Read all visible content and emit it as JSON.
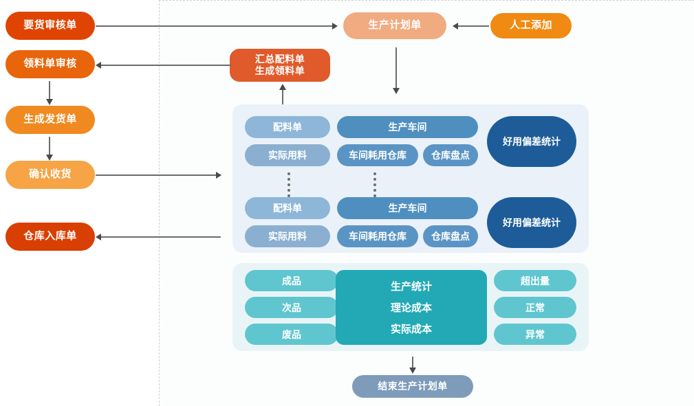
{
  "diagram": {
    "title_hidden": "",
    "left_flow": [
      {
        "id": "demand-review",
        "label": "要货审核单",
        "color": "#e04403"
      },
      {
        "id": "picking-review",
        "label": "领料单审核",
        "color": "#e8650b"
      },
      {
        "id": "create-shipment",
        "label": "生成发货单",
        "color": "#f08a20"
      },
      {
        "id": "confirm-receipt",
        "label": "确认收货",
        "color": "#f6a445"
      },
      {
        "id": "warehouse-in",
        "label": "仓库入库单",
        "color": "#d93f02"
      }
    ],
    "top_row": {
      "plan": {
        "label": "生产计划单",
        "color": "#f0ab81"
      },
      "manual": {
        "label": "人工添加",
        "color": "#f08a12"
      },
      "summary": {
        "label": "汇总配料单\n生成领料单",
        "color": "#e05a2b"
      }
    },
    "production_panel": {
      "background": "#eaf1f8",
      "groups": [
        {
          "recipe": "配料单",
          "workshop": "生产车间",
          "stat": "好用偏差统计",
          "actual": "实际用料",
          "consume": "车间耗用仓库",
          "stock": "仓库盘点"
        },
        {
          "recipe": "配料单",
          "workshop": "生产车间",
          "stat": "好用偏差统计",
          "actual": "实际用料",
          "consume": "车间耗用仓库",
          "stock": "仓库盘点"
        }
      ]
    },
    "statistics_panel": {
      "background": "#e9f4f7",
      "left_items": [
        "成品",
        "次品",
        "废品"
      ],
      "center_items": [
        "生产统计",
        "理论成本",
        "实际成本"
      ],
      "right_items": [
        "超出量",
        "正常",
        "异常"
      ]
    },
    "end_node": {
      "label": "结束生产计划单",
      "color": "#7e9bba"
    }
  }
}
